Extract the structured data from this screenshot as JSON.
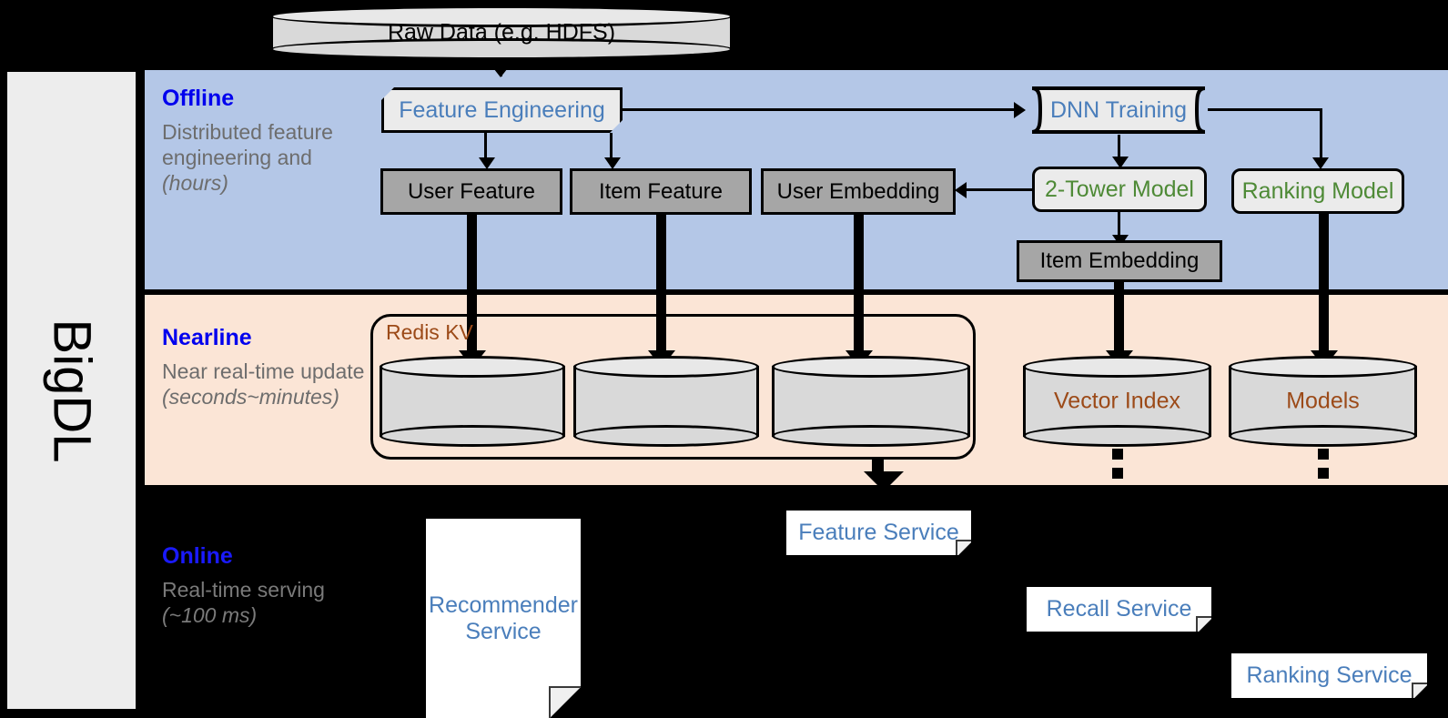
{
  "framework": {
    "name": "BigDL"
  },
  "top": {
    "raw_data": {
      "label": "Raw Data (e.g. HDFS)",
      "shape": "cylinder"
    }
  },
  "bands": [
    {
      "id": "offline",
      "title": "Offline",
      "subtitle": "Distributed feature engineering and ",
      "subtitle_italic": "(hours)",
      "background": "#b4c7e7"
    },
    {
      "id": "nearline",
      "title": "Nearline",
      "subtitle": "Near real-time update ",
      "subtitle_italic": "(seconds~minutes)",
      "background": "#fbe5d6"
    },
    {
      "id": "online",
      "title": "Online",
      "subtitle": "Real-time serving ",
      "subtitle_italic": "(~100 ms)",
      "background": "#000000"
    }
  ],
  "offline": {
    "feature_engineering": {
      "label": "Feature Engineering",
      "color": "#4a7ebb"
    },
    "dnn_training": {
      "label": "DNN Training",
      "color": "#4a7ebb"
    },
    "two_tower_model": {
      "label": "2-Tower Model",
      "color": "#4e8a36"
    },
    "ranking_model": {
      "label": "Ranking Model",
      "color": "#4e8a36"
    },
    "user_feature": {
      "label": "User Feature",
      "color": "#000000"
    },
    "item_feature": {
      "label": "Item Feature",
      "color": "#000000"
    },
    "user_embedding": {
      "label": "User Embedding",
      "color": "#000000"
    },
    "item_embedding": {
      "label": "Item Embedding",
      "color": "#000000"
    }
  },
  "nearline": {
    "redis_group": {
      "label": "Redis KV",
      "color": "#9c4a18"
    },
    "stores": [
      {
        "label": ""
      },
      {
        "label": ""
      },
      {
        "label": ""
      }
    ],
    "vector_index": {
      "label": "Vector Index",
      "color": "#9c4a18"
    },
    "models": {
      "label": "Models",
      "color": "#9c4a18"
    }
  },
  "online": {
    "recommender_service": {
      "label": "Recommender Service",
      "color": "#4a7ebb"
    },
    "feature_service": {
      "label": "Feature Service",
      "color": "#4a7ebb"
    },
    "recall_service": {
      "label": "Recall Service",
      "color": "#4a7ebb"
    },
    "ranking_service": {
      "label": "Ranking Service",
      "color": "#4a7ebb"
    }
  },
  "colors": {
    "offline_band": "#b4c7e7",
    "nearline_band": "#fbe5d6",
    "online_band": "#000000",
    "data_box": "#a6a6a6",
    "process_box": "#ebebeb",
    "blue_text": "#4a7ebb",
    "green_text": "#4e8a36",
    "brown_text": "#9c4a18",
    "band_title": "#0000ee",
    "band_sub": "#6d6d6d"
  }
}
